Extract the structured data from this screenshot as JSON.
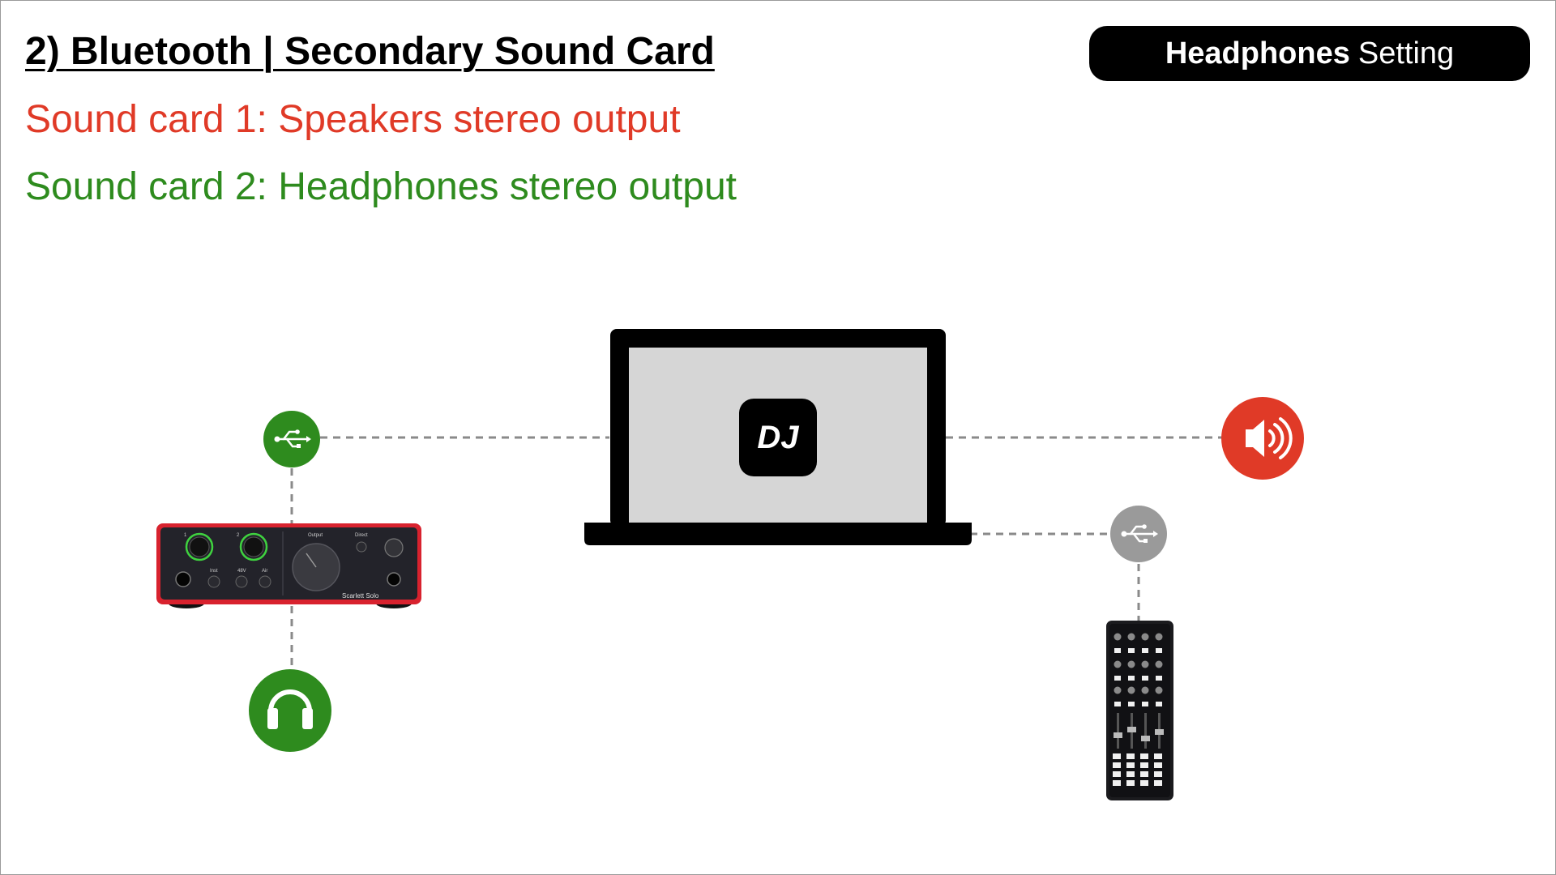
{
  "header": {
    "title": "2) Bluetooth | Secondary Sound Card",
    "badge_bold": "Headphones",
    "badge_regular": "Setting"
  },
  "lines": {
    "sound_card_1": "Sound card 1: Speakers stereo output",
    "sound_card_2": "Sound card 2: Headphones stereo output"
  },
  "devices": {
    "laptop_logo": "DJ",
    "interface_labels": {
      "ch1": "1",
      "ch2": "2",
      "output": "Output",
      "direct": "Direct",
      "inst": "Inst",
      "phantom": "48V",
      "air": "Air",
      "model": "Scarlett Solo"
    }
  },
  "colors": {
    "speakers": "#e03a27",
    "headphones": "#2e8b1e",
    "usb_neutral": "#9a9a9a",
    "laptop_screen": "#d6d6d6",
    "interface_red": "#d8222e",
    "dashed_line": "#8a8a8a"
  },
  "icons": {
    "usb_green": "usb-icon",
    "headphones": "headphones-icon",
    "speaker": "speaker-icon",
    "usb_grey": "usb-icon"
  }
}
